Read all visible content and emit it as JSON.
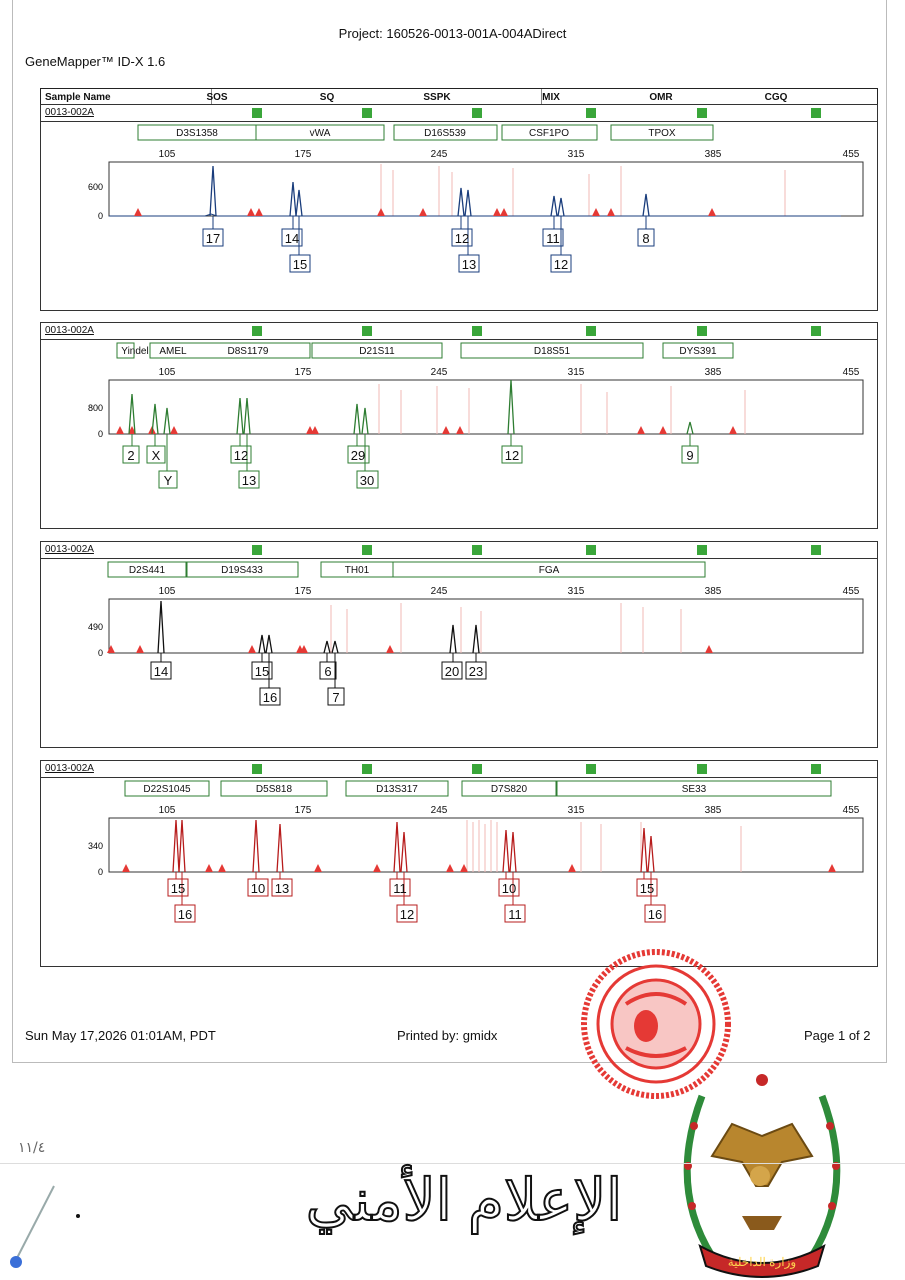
{
  "project": "Project: 160526-0013-001A-004ADirect",
  "software": "GeneMapper™ ID-X  1.6",
  "header": {
    "sample_name": "Sample Name",
    "columns": [
      "SOS",
      "SQ",
      "SSPK",
      "MIX",
      "OMR",
      "CGQ"
    ]
  },
  "x_axis_ticks": [
    "105",
    "175",
    "245",
    "315",
    "385",
    "455"
  ],
  "panels": [
    {
      "sample_id": "0013-002A",
      "dye_color": "#1a3d7c",
      "y_tick": "600",
      "markers": [
        "D3S1358",
        "vWA",
        "D16S539",
        "CSF1PO",
        "TPOX"
      ],
      "alleles": [
        "17",
        "14",
        "15",
        "12",
        "13",
        "11",
        "12",
        "8"
      ]
    },
    {
      "sample_id": "0013-002A",
      "dye_color": "#2e7d32",
      "y_tick": "800",
      "markers": [
        "Yindel",
        "AMEL",
        "D8S1179",
        "D21S11",
        "D18S51",
        "DYS391"
      ],
      "alleles": [
        "2",
        "X",
        "Y",
        "12",
        "13",
        "29",
        "30",
        "12",
        "9"
      ]
    },
    {
      "sample_id": "0013-002A",
      "dye_color": "#111111",
      "y_tick": "490",
      "markers": [
        "D2S441",
        "D19S433",
        "TH01",
        "FGA"
      ],
      "alleles": [
        "14",
        "15",
        "16",
        "6",
        "7",
        "20",
        "23"
      ]
    },
    {
      "sample_id": "0013-002A",
      "dye_color": "#b71c1c",
      "y_tick": "340",
      "markers": [
        "D22S1045",
        "D5S818",
        "D13S317",
        "D7S820",
        "SE33"
      ],
      "alleles": [
        "15",
        "16",
        "10",
        "13",
        "11",
        "12",
        "10",
        "11",
        "15",
        "16"
      ]
    }
  ],
  "footer": {
    "date": "Sun May 17,2026 01:01AM, PDT",
    "printed_by": "Printed by: gmidx",
    "page": "Page 1 of 2"
  },
  "handwritten_page": "١١/٤",
  "emblem_text": "وزارة الداخلية",
  "calligraphy_text": "الإعلام الأمني",
  "colors": {
    "check": "#3aa63a",
    "size_standard": "#e53935",
    "stamp": "#e53935"
  }
}
